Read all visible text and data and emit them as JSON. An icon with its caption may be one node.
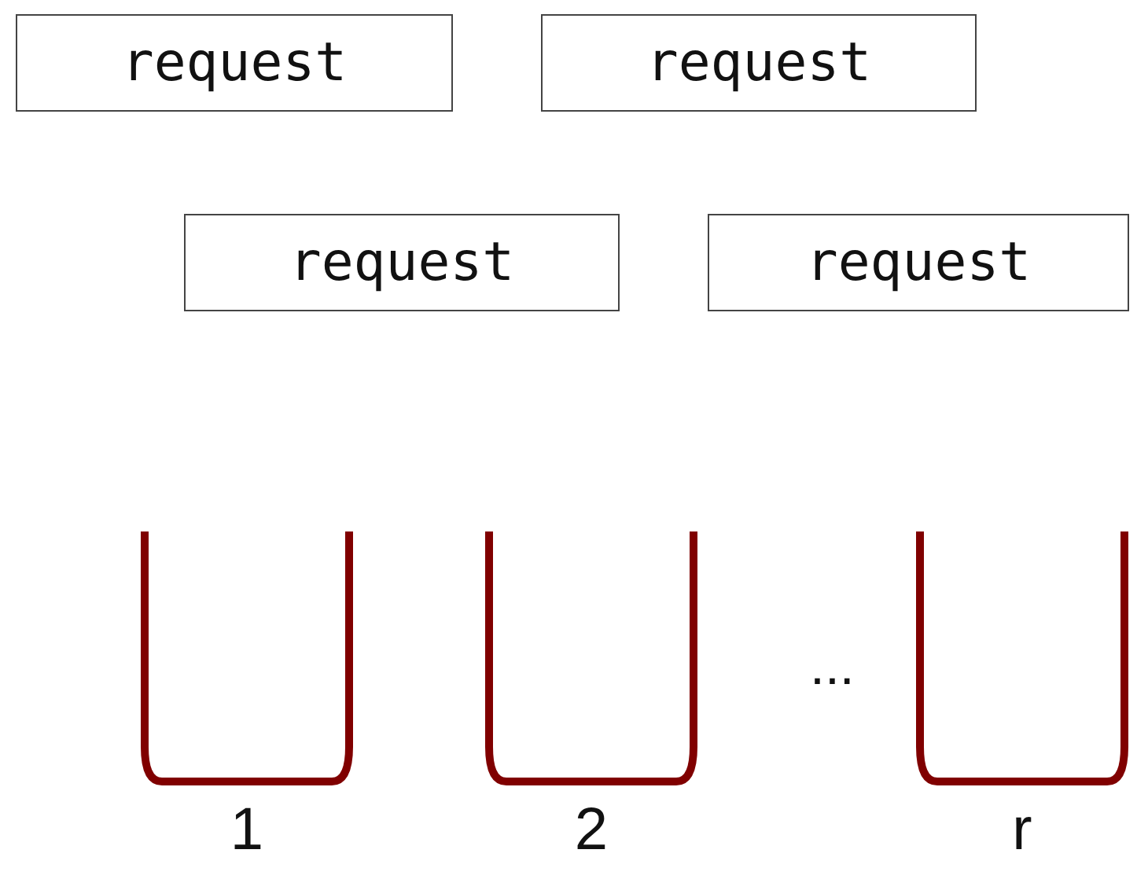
{
  "diagram": {
    "nodes": [
      {
        "text": [
          "request"
        ]
      },
      {
        "text": [
          "request"
        ]
      },
      {
        "text": [
          "request"
        ]
      },
      {
        "text": [
          "request"
        ]
      },
      {
        "text": [
          "1"
        ]
      },
      {
        "text": [
          "2"
        ]
      },
      {
        "text": [
          "r"
        ]
      }
    ],
    "edges": [],
    "labels": [
      "..."
    ]
  }
}
